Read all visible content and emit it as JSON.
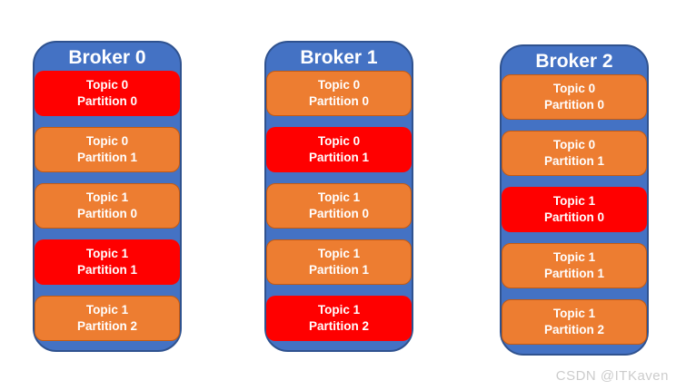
{
  "brokers": [
    {
      "title": "Broker 0",
      "partitions": [
        {
          "topic": "Topic 0",
          "partition": "Partition 0",
          "variant": "red"
        },
        {
          "topic": "Topic 0",
          "partition": "Partition 1",
          "variant": "orange"
        },
        {
          "topic": "Topic 1",
          "partition": "Partition 0",
          "variant": "orange"
        },
        {
          "topic": "Topic 1",
          "partition": "Partition 1",
          "variant": "red"
        },
        {
          "topic": "Topic 1",
          "partition": "Partition 2",
          "variant": "orange"
        }
      ]
    },
    {
      "title": "Broker 1",
      "partitions": [
        {
          "topic": "Topic 0",
          "partition": "Partition 0",
          "variant": "orange"
        },
        {
          "topic": "Topic 0",
          "partition": "Partition 1",
          "variant": "red"
        },
        {
          "topic": "Topic 1",
          "partition": "Partition 0",
          "variant": "orange"
        },
        {
          "topic": "Topic 1",
          "partition": "Partition 1",
          "variant": "orange"
        },
        {
          "topic": "Topic 1",
          "partition": "Partition 2",
          "variant": "red"
        }
      ]
    },
    {
      "title": "Broker 2",
      "partitions": [
        {
          "topic": "Topic 0",
          "partition": "Partition 0",
          "variant": "orange"
        },
        {
          "topic": "Topic 0",
          "partition": "Partition 1",
          "variant": "orange"
        },
        {
          "topic": "Topic 1",
          "partition": "Partition 0",
          "variant": "red"
        },
        {
          "topic": "Topic 1",
          "partition": "Partition 1",
          "variant": "orange"
        },
        {
          "topic": "Topic 1",
          "partition": "Partition 2",
          "variant": "orange"
        }
      ]
    }
  ],
  "watermark": "CSDN @ITKaven",
  "colors": {
    "background": "#FFFFFF",
    "broker_fill": "#4472C4",
    "broker_border": "#2F528F",
    "partition_red": "#FF0000",
    "partition_orange": "#ED7D31",
    "partition_orange_border": "#C55A11",
    "label_text": "#FFFFFF",
    "watermark_text": "#CCCCCC"
  }
}
